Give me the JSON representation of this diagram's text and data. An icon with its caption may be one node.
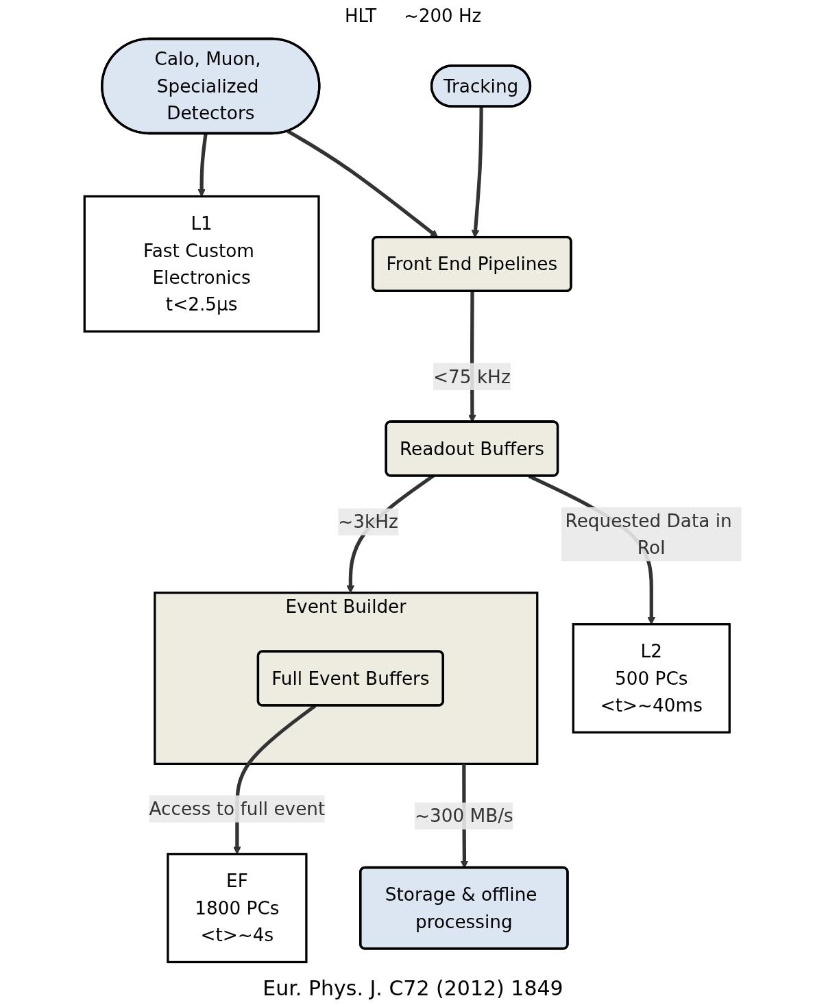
{
  "diagram": {
    "caption": "Eur. Phys. J. C72 (2012) 1849",
    "nodes": [
      {
        "text": [
          "Calo, Muon, Specialized Detectors"
        ]
      },
      {
        "text": [
          "Tracking"
        ]
      },
      {
        "text": [
          "L1",
          "Fast Custom Electronics",
          "t<2.5µs"
        ]
      },
      {
        "text": [
          "Front End Pipelines"
        ]
      },
      {
        "text": [
          "L2",
          "500 PCs",
          "<t>~40ms"
        ]
      },
      {
        "text": [
          "Readout Buffers"
        ]
      },
      {
        "text": [
          "Event Builder"
        ]
      },
      {
        "text": [
          "Full Event Buffers"
        ],
        "in": 6
      },
      {
        "text": [
          "EF",
          "1800 PCs",
          "<t>~4s"
        ]
      },
      {
        "text": [
          "Storage & offline processing"
        ]
      }
    ],
    "edges": [
      {
        "from": 0,
        "to": 2,
        "arrow": "to"
      },
      {
        "from": 0,
        "to": 3,
        "arrow": "to"
      },
      {
        "from": 1,
        "to": 3,
        "arrow": "to"
      },
      {
        "from": 3,
        "to": 5,
        "arrow": "to",
        "label": "<75 kHz"
      },
      {
        "from": 5,
        "to": 4,
        "arrow": "to",
        "label": "Requested Data in RoI"
      },
      {
        "from": 5,
        "to": 6,
        "arrow": "to",
        "label": "~3kHz"
      },
      {
        "from": 7,
        "to": 8,
        "arrow": "to",
        "label": "Access to full event"
      },
      {
        "from": 6,
        "to": 9,
        "arrow": "to",
        "label": "~300 MB/s"
      }
    ],
    "labels": [
      "HLT",
      "~200 Hz"
    ]
  }
}
